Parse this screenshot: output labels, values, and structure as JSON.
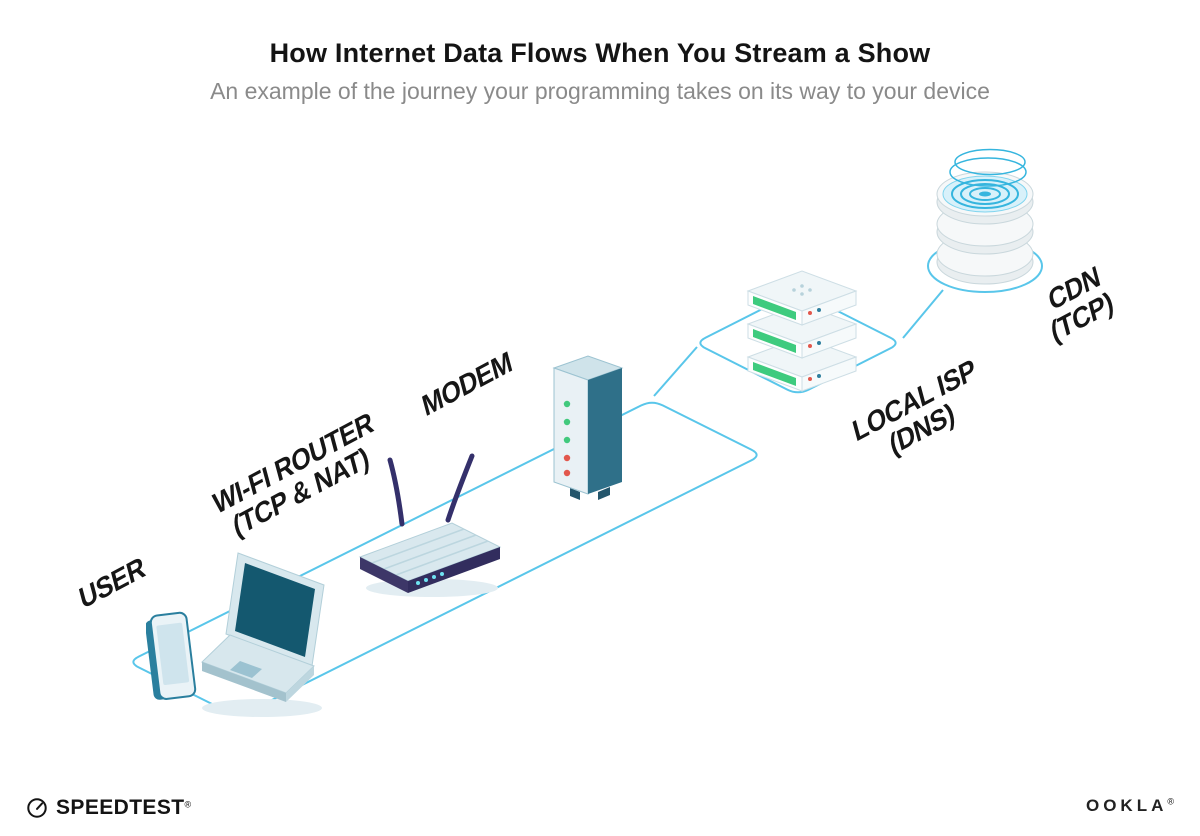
{
  "header": {
    "title": "How Internet Data Flows When You Stream a Show",
    "subtitle": "An example of the journey your programming takes on its way to your device"
  },
  "diagram": {
    "nodes": [
      {
        "id": "user",
        "label": "USER"
      },
      {
        "id": "wifi-router",
        "label": "WI-FI ROUTER",
        "sublabel": "(TCP & NAT)"
      },
      {
        "id": "modem",
        "label": "MODEM"
      },
      {
        "id": "local-isp",
        "label": "LOCAL ISP",
        "sublabel": "(DNS)"
      },
      {
        "id": "cdn",
        "label": "CDN",
        "sublabel": "(TCP)"
      }
    ],
    "colors": {
      "connection_line": "#59c6ea",
      "device_light": "#d8e8ee",
      "screen_teal": "#14586f",
      "router_dark_navy": "#322d5e",
      "modem_side_teal": "#2f7089",
      "led_green": "#41c97d",
      "led_red": "#e2574c",
      "server_panel_green": "#3ecb7e",
      "server_dot_red": "#e2574c",
      "server_dot_blue": "#2f7f9e",
      "cdn_cyan": "#35b5de",
      "label_text": "#161616",
      "subtitle_gray": "#8a8a8a"
    }
  },
  "footer": {
    "speedtest_label": "SPEEDTEST",
    "speedtest_reg": "®",
    "ookla_label": "OOKLA",
    "ookla_reg": "®"
  }
}
